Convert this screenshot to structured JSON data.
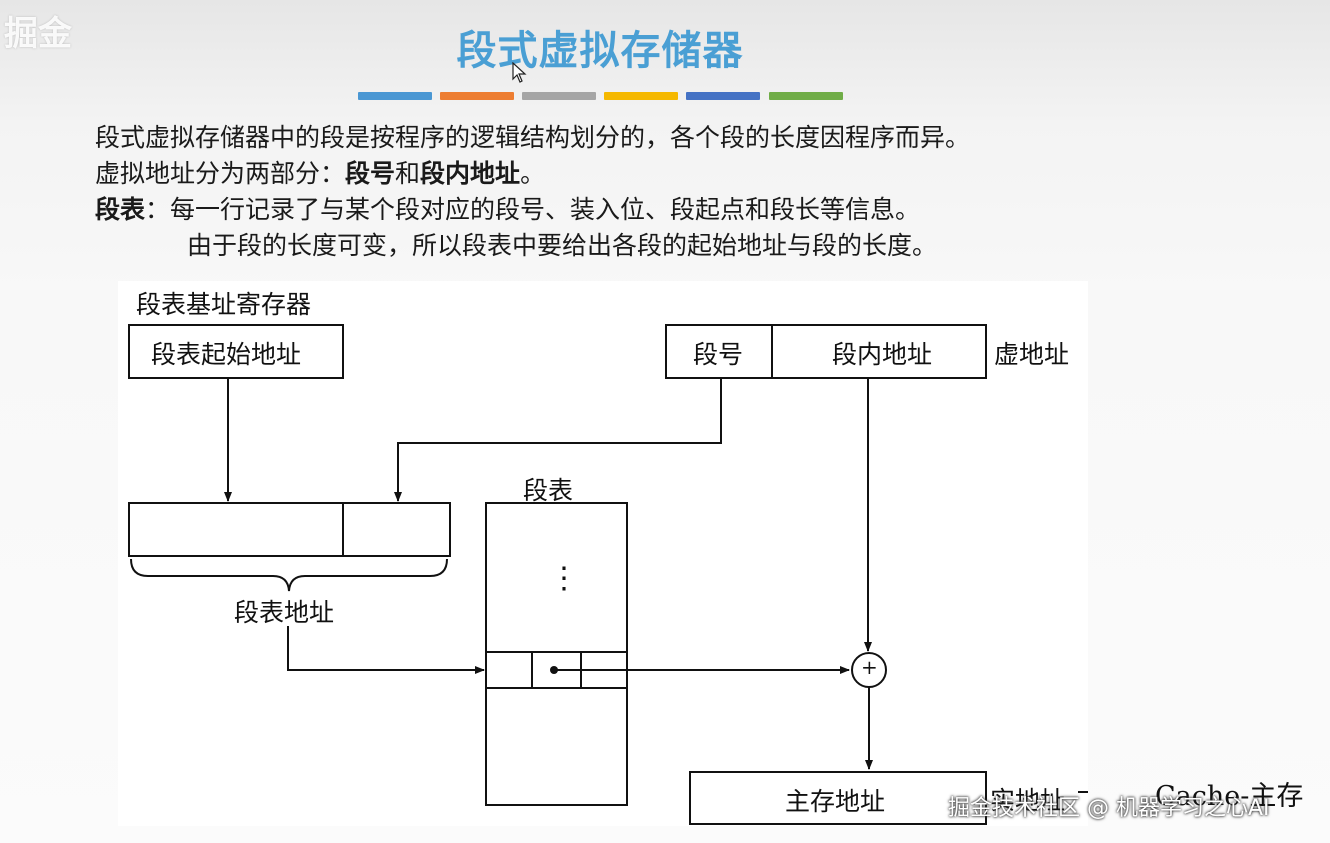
{
  "page": {
    "title": "段式虚拟存储器",
    "accent_colors": [
      "#4a97d3",
      "#ed7d31",
      "#a5a5a5",
      "#f5b800",
      "#4472c4",
      "#70ad47"
    ]
  },
  "paragraphs": {
    "p1": "段式虚拟存储器中的段是按程序的逻辑结构划分的，各个段的长度因程序而异。",
    "p2_prefix": "虚拟地址分为两部分：",
    "p2_bold1": "段号",
    "p2_mid": "和",
    "p2_bold2": "段内地址",
    "p2_suffix": "。",
    "p3_label": "段表",
    "p3_text": "：每一行记录了与某个段对应的段号、装入位、段起点和段长等信息。",
    "p4_text": "由于段的长度可变，所以段表中要给出各段的起始地址与段的长度。"
  },
  "diagram": {
    "base_register_label": "段表基址寄存器",
    "base_register_box": "段表起始地址",
    "segment_number": "段号",
    "segment_offset": "段内地址",
    "virtual_address": "虚地址",
    "segment_table_label": "段表",
    "segment_table_address": "段表地址",
    "table_ellipsis": "⋮",
    "adder_symbol": "+",
    "main_memory_address": "主存地址",
    "real_address": "实地址",
    "cache_main": "Cache-主存"
  },
  "watermarks": {
    "top_left": "掘金",
    "bottom_right": "掘金技术社区 @ 机器学习之心AI"
  }
}
